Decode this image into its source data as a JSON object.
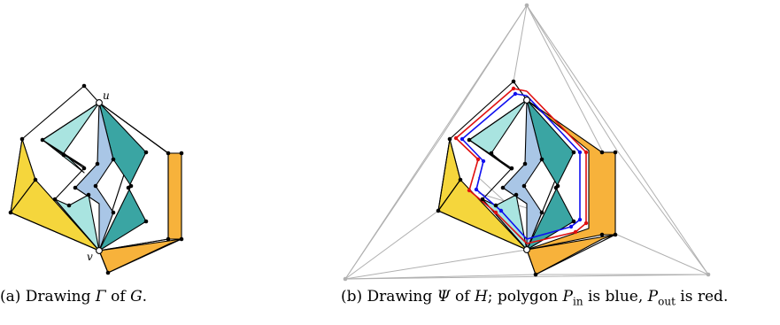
{
  "figure": {
    "panel_a": {
      "caption_prefix": "(a) Drawing ",
      "caption_symbol": "Γ",
      "caption_middle": " of ",
      "caption_graph": "G",
      "caption_end": ".",
      "vertex_u_label": "u",
      "vertex_v_label": "v"
    },
    "panel_b": {
      "caption_prefix": "(b) Drawing ",
      "caption_symbol": "Ψ",
      "caption_middle": " of ",
      "caption_graph": "H",
      "caption_part2": "; polygon ",
      "p_in_letter": "P",
      "p_in_sub": "in",
      "caption_part3": " is blue, ",
      "p_out_letter": "P",
      "p_out_sub": "out",
      "caption_part4": " is red."
    }
  },
  "colors": {
    "yellow": "#F5D63C",
    "orange": "#F7B23B",
    "teal": "#3AA5A3",
    "light_cyan": "#A9E4E0",
    "light_blue": "#A9C6E6",
    "blue_polygon": "#1010F0",
    "red_polygon": "#E01010",
    "gray_edges": "#B0B0B0"
  }
}
